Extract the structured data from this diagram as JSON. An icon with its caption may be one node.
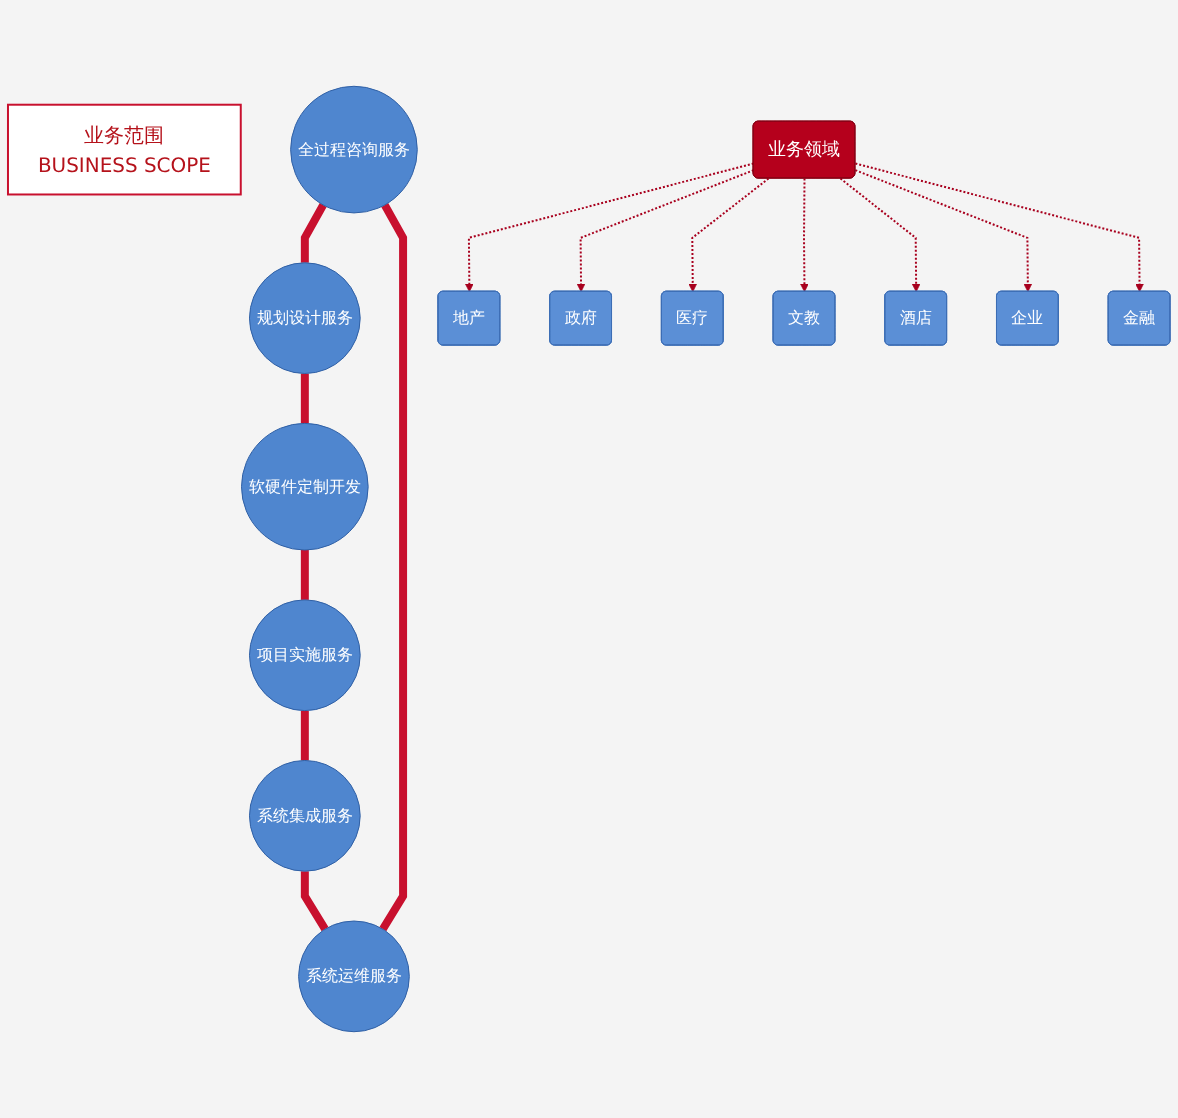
{
  "diagram": {
    "nodes": [
      {
        "text": [
          "业务范围",
          "BUSINESS SCOPE"
        ]
      },
      {
        "text": [
          "全过程咨询服务"
        ]
      },
      {
        "text": [
          "规划设计服务"
        ]
      },
      {
        "text": [
          "软硬件定制开发"
        ]
      },
      {
        "text": [
          "项目实施服务"
        ]
      },
      {
        "text": [
          "系统集成服务"
        ]
      },
      {
        "text": [
          "系统运维服务"
        ]
      },
      {
        "text": [
          "业务领域"
        ]
      },
      {
        "text": [
          "地产"
        ]
      },
      {
        "text": [
          "政府"
        ]
      },
      {
        "text": [
          "医疗"
        ]
      },
      {
        "text": [
          "文教"
        ]
      },
      {
        "text": [
          "酒店"
        ]
      },
      {
        "text": [
          "企业"
        ]
      },
      {
        "text": [
          "金融"
        ]
      }
    ],
    "edges": [
      {
        "from": 1,
        "to": 2,
        "arrow": "none",
        "style": "thick",
        "color": "#c8102e"
      },
      {
        "from": 2,
        "to": 3,
        "arrow": "none",
        "style": "thick",
        "color": "#c8102e"
      },
      {
        "from": 3,
        "to": 4,
        "arrow": "none",
        "style": "thick",
        "color": "#c8102e"
      },
      {
        "from": 4,
        "to": 5,
        "arrow": "none",
        "style": "thick",
        "color": "#c8102e"
      },
      {
        "from": 5,
        "to": 6,
        "arrow": "none",
        "style": "thick",
        "color": "#c8102e"
      },
      {
        "from": 6,
        "to": 1,
        "arrow": "none",
        "style": "thick",
        "color": "#c8102e"
      },
      {
        "from": 7,
        "to": 8,
        "arrow": "to",
        "style": "dashed",
        "color": "#a8001e"
      },
      {
        "from": 7,
        "to": 9,
        "arrow": "to",
        "style": "dashed",
        "color": "#a8001e"
      },
      {
        "from": 7,
        "to": 10,
        "arrow": "to",
        "style": "dashed",
        "color": "#a8001e"
      },
      {
        "from": 7,
        "to": 11,
        "arrow": "to",
        "style": "dashed",
        "color": "#a8001e"
      },
      {
        "from": 7,
        "to": 12,
        "arrow": "to",
        "style": "dashed",
        "color": "#a8001e"
      },
      {
        "from": 7,
        "to": 13,
        "arrow": "to",
        "style": "dashed",
        "color": "#a8001e"
      },
      {
        "from": 7,
        "to": 14,
        "arrow": "to",
        "style": "dashed",
        "color": "#a8001e"
      }
    ]
  }
}
